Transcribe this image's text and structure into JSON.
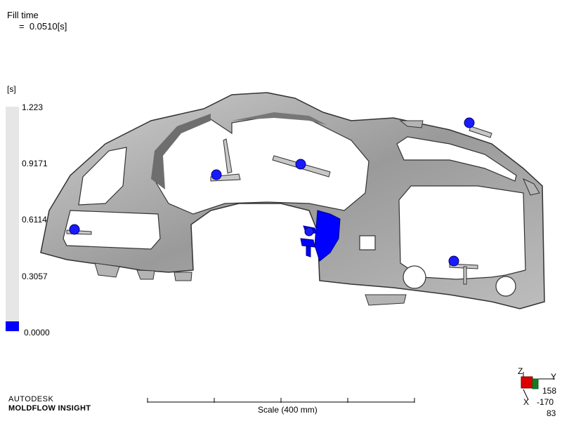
{
  "result": {
    "title": "Fill time",
    "value": "=  0.0510[s]"
  },
  "legend": {
    "unit": "[s]",
    "ticks": [
      "1.223",
      "0.9171",
      "0.6114",
      "0.3057",
      "0.0000"
    ],
    "colors": {
      "empty": "#e6e6e6",
      "filled": "#0000ff"
    },
    "fill_fraction": 0.042
  },
  "brand": {
    "line1": "AUTODESK",
    "line2": "MOLDFLOW INSIGHT"
  },
  "scale": {
    "label": "Scale (400 mm)"
  },
  "triad": {
    "z": "Z",
    "y": "Y",
    "x": "X",
    "values": [
      "158",
      "-170",
      "83"
    ]
  },
  "model": {
    "part_color": "#a8a8a8",
    "filled_color": "#0000ff",
    "gates": 6
  }
}
